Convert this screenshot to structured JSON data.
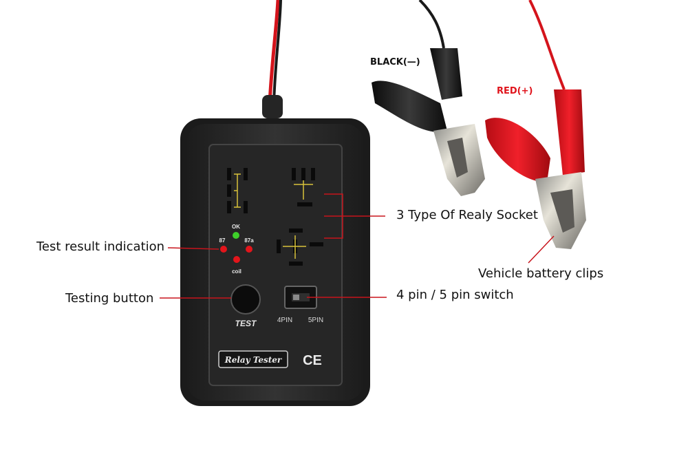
{
  "device": {
    "leds": {
      "ok": "OK",
      "pin87": "87",
      "pin87a": "87a",
      "coil": "coil"
    },
    "test_button_label": "TEST",
    "switch": {
      "left": "4PIN",
      "right": "5PIN"
    },
    "nameplate": "Relay Tester",
    "ce_mark": "CE"
  },
  "clips": {
    "black_label": "BLACK(—)",
    "red_label": "RED(+)"
  },
  "callouts": {
    "test_result": "Test result indication",
    "testing_button": "Testing button",
    "relay_socket": "3 Type Of Realy Socket",
    "pin_switch": "4 pin / 5 pin switch",
    "battery_clips": "Vehicle battery clips"
  },
  "colors": {
    "callout_line": "#c8141c",
    "housing": "#2b2b2b",
    "led_green": "#3ecf2a",
    "led_red": "#e3151b",
    "cable_red": "#d4141c",
    "cable_black": "#1a1a1a",
    "socket_wire": "#d8c23a"
  }
}
